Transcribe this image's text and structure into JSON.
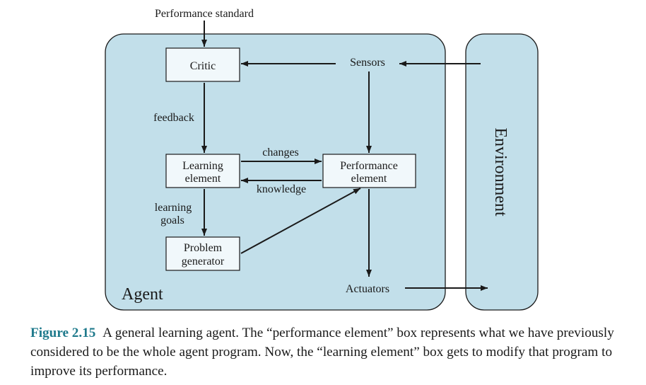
{
  "diagram": {
    "inputs": {
      "performance_standard": "Performance standard"
    },
    "agent": {
      "label": "Agent",
      "critic": "Critic",
      "sensors": "Sensors",
      "feedback": "feedback",
      "learning_element": [
        "Learning",
        "element"
      ],
      "performance_element": [
        "Performance",
        "element"
      ],
      "changes": "changes",
      "knowledge": "knowledge",
      "learning_goals": [
        "learning",
        "goals"
      ],
      "problem_generator": [
        "Problem",
        "generator"
      ],
      "actuators": "Actuators"
    },
    "environment": {
      "label": "Environment"
    },
    "colors": {
      "panel_fill": "#c2dfea",
      "box_fill": "#f1f8fb",
      "stroke": "#1a1a1a",
      "caption_accent": "#1f7a8c"
    }
  },
  "caption": {
    "figure_number": "Figure 2.15",
    "text": "A general learning agent. The “performance element” box represents what we have previously considered to be the whole agent program. Now, the “learning element” box gets to modify that program to improve its performance."
  }
}
